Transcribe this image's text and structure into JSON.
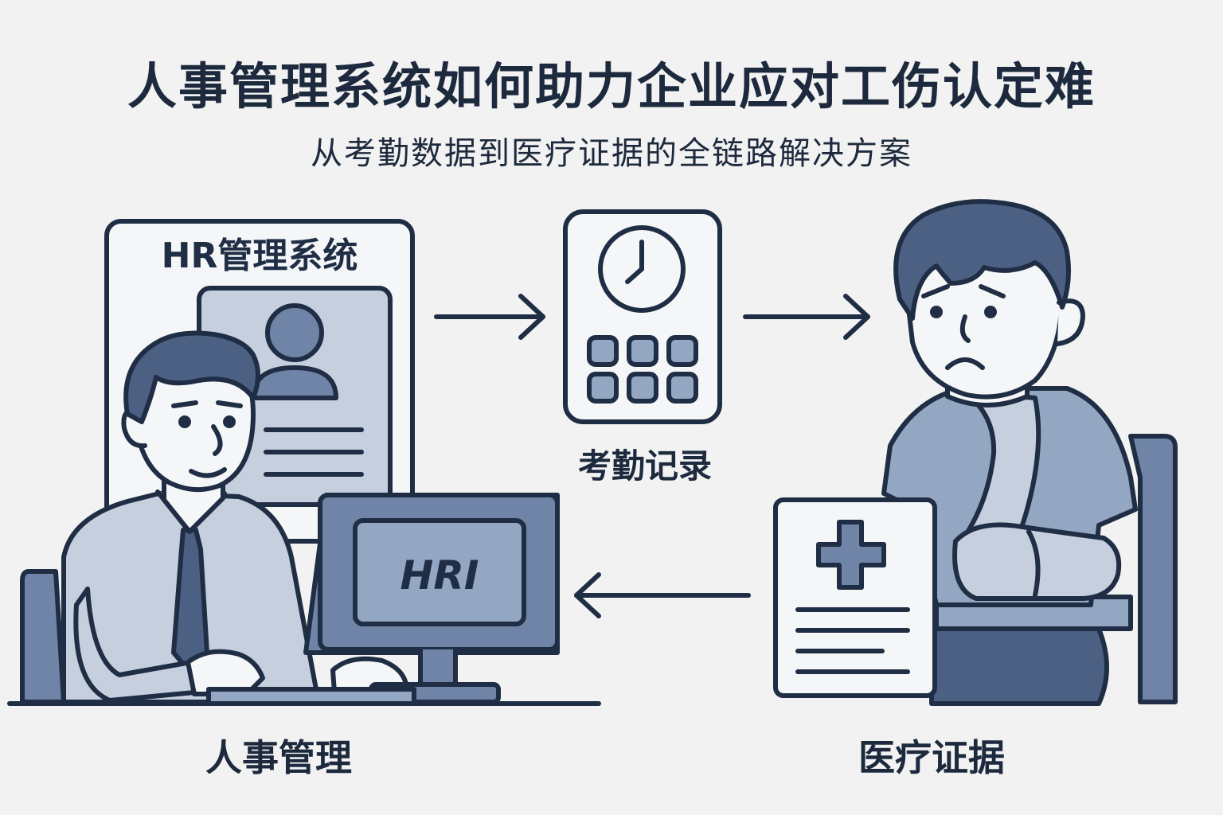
{
  "header": {
    "title": "人事管理系统如何助力企业应对工伤认定难",
    "subtitle": "从考勤数据到医疗证据的全链路解决方案"
  },
  "hr_panel": {
    "system_label": "HR管理系统",
    "monitor_text": "HRI",
    "caption": "人事管理"
  },
  "attendance": {
    "caption": "考勤记录"
  },
  "medical": {
    "caption": "医疗证据"
  },
  "colors": {
    "outline": "#1f2e44",
    "fill_light": "#c5cfde",
    "fill_mid": "#93a6c2",
    "fill_dark": "#6f84a6",
    "background": "#f2f2f2"
  }
}
